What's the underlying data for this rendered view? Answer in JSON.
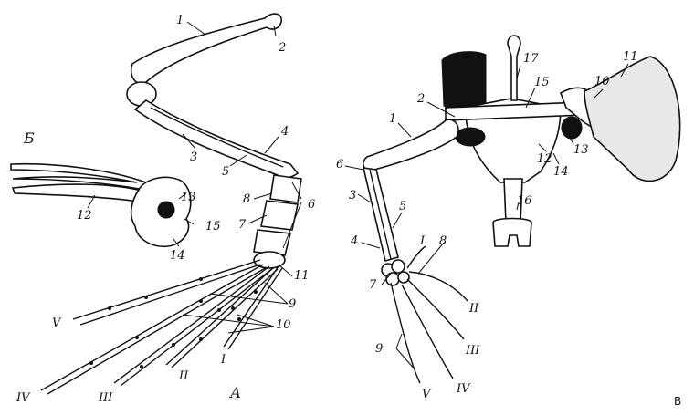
{
  "panels": [
    {
      "id": "A",
      "letter": "А",
      "labels": [
        "1",
        "2",
        "3",
        "4",
        "5",
        "6",
        "7",
        "8",
        "9",
        "10",
        "11"
      ],
      "digits": [
        "I",
        "II",
        "III",
        "IV",
        "V"
      ]
    },
    {
      "id": "B",
      "letter": "Б",
      "labels": [
        "12",
        "13",
        "14",
        "15"
      ]
    },
    {
      "id": "C",
      "letter": "B",
      "labels": [
        "1",
        "2",
        "3",
        "4",
        "5",
        "6",
        "7",
        "8",
        "9",
        "10",
        "11",
        "12",
        "13",
        "14",
        "15",
        "16",
        "17"
      ],
      "digits": [
        "I",
        "II",
        "III",
        "IV",
        "V"
      ]
    }
  ],
  "colors": {
    "ink": "#111111",
    "paper": "#ffffff"
  }
}
